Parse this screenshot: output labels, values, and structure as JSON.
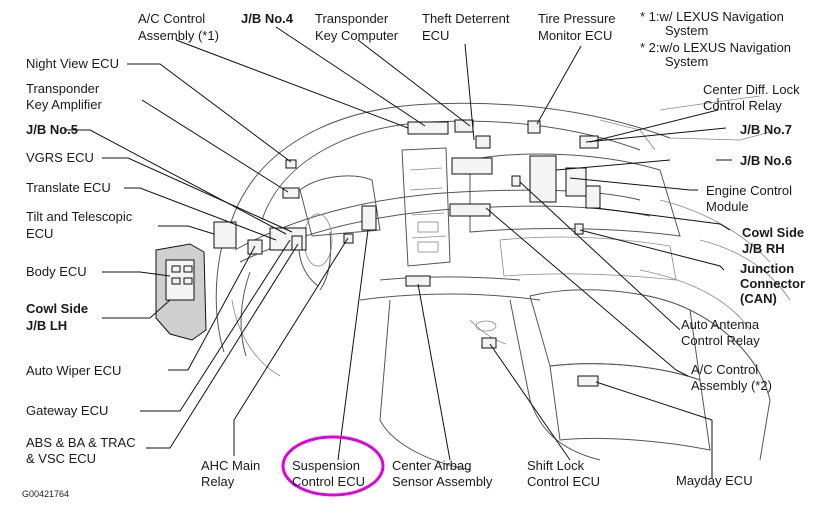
{
  "labels": {
    "ac_control_1": [
      "A/C Control",
      "Assembly (*1)"
    ],
    "jb_no4": [
      "J/B No.4"
    ],
    "transponder_computer": [
      "Transponder",
      "Key Computer"
    ],
    "theft_deterrent": [
      "Theft Deterrent",
      "ECU"
    ],
    "tire_pressure": [
      "Tire Pressure",
      "Monitor ECU"
    ],
    "night_view": [
      "Night View ECU"
    ],
    "transponder_amplifier": [
      "Transponder",
      "Key Amplifier"
    ],
    "jb_no5": [
      "J/B No.5"
    ],
    "vgrs": [
      "VGRS ECU"
    ],
    "translate": [
      "Translate ECU"
    ],
    "tilt_telescopic": [
      "Tilt and Telescopic",
      "ECU"
    ],
    "body_ecu": [
      "Body ECU"
    ],
    "cowl_lh": [
      "Cowl Side",
      "J/B LH"
    ],
    "auto_wiper": [
      "Auto Wiper ECU"
    ],
    "gateway": [
      "Gateway ECU"
    ],
    "abs": [
      "ABS & BA & TRAC",
      "& VSC ECU"
    ],
    "ahc": [
      "AHC Main",
      "Relay"
    ],
    "suspension": [
      "Suspension",
      "Control ECU"
    ],
    "airbag": [
      "Center Airbag",
      "Sensor Assembly"
    ],
    "shift_lock": [
      "Shift Lock",
      "Control ECU"
    ],
    "mayday": [
      "Mayday ECU"
    ],
    "center_diff": [
      "Center Diff. Lock",
      "Control Relay"
    ],
    "jb_no7": [
      "J/B No.7"
    ],
    "jb_no6": [
      "J/B No.6"
    ],
    "engine_control": [
      "Engine Control",
      "Module"
    ],
    "cowl_rh": [
      "Cowl Side",
      "J/B RH"
    ],
    "junction_connector": [
      "Junction",
      "Connector",
      "(CAN)"
    ],
    "auto_antenna": [
      "Auto Antenna",
      "Control Relay"
    ],
    "ac_control_2": [
      "A/C Control",
      "Assembly (*2)"
    ]
  },
  "notes": {
    "note1": [
      "* 1:w/ LEXUS Navigation",
      "System"
    ],
    "note2": [
      "* 2:w/o LEXUS Navigation",
      "System"
    ]
  },
  "figure_code": "G00421764"
}
